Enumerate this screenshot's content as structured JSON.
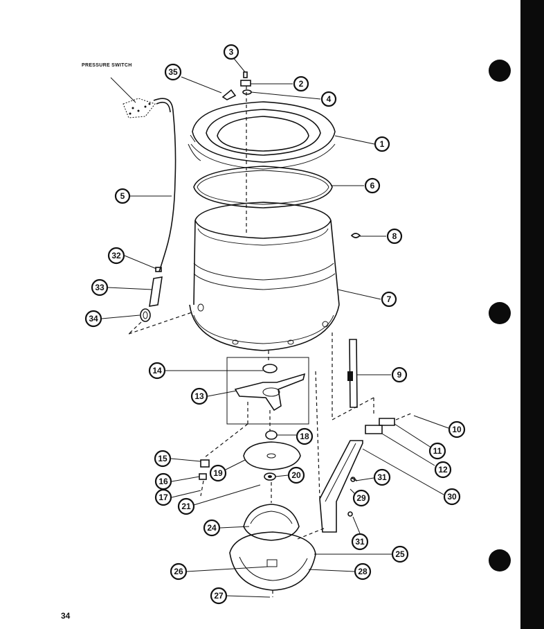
{
  "diagram": {
    "heading": "PRESSURE SWITCH",
    "page_number": "34",
    "callouts": [
      {
        "id": "c1",
        "label": "1"
      },
      {
        "id": "c2",
        "label": "2"
      },
      {
        "id": "c3",
        "label": "3"
      },
      {
        "id": "c4",
        "label": "4"
      },
      {
        "id": "c5",
        "label": "5"
      },
      {
        "id": "c6",
        "label": "6"
      },
      {
        "id": "c7",
        "label": "7"
      },
      {
        "id": "c8",
        "label": "8"
      },
      {
        "id": "c9",
        "label": "9"
      },
      {
        "id": "c10",
        "label": "10"
      },
      {
        "id": "c11",
        "label": "11"
      },
      {
        "id": "c12",
        "label": "12"
      },
      {
        "id": "c13",
        "label": "13"
      },
      {
        "id": "c14",
        "label": "14"
      },
      {
        "id": "c15",
        "label": "15"
      },
      {
        "id": "c16",
        "label": "16"
      },
      {
        "id": "c17",
        "label": "17"
      },
      {
        "id": "c18",
        "label": "18"
      },
      {
        "id": "c19",
        "label": "19"
      },
      {
        "id": "c20",
        "label": "20"
      },
      {
        "id": "c21",
        "label": "21"
      },
      {
        "id": "c24",
        "label": "24"
      },
      {
        "id": "c25",
        "label": "25"
      },
      {
        "id": "c26",
        "label": "26"
      },
      {
        "id": "c27",
        "label": "27"
      },
      {
        "id": "c28",
        "label": "28"
      },
      {
        "id": "c29",
        "label": "29"
      },
      {
        "id": "c30",
        "label": "30"
      },
      {
        "id": "c31a",
        "label": "31"
      },
      {
        "id": "c31b",
        "label": "31"
      },
      {
        "id": "c32",
        "label": "32"
      },
      {
        "id": "c33",
        "label": "33"
      },
      {
        "id": "c34",
        "label": "34"
      },
      {
        "id": "c35",
        "label": "35"
      }
    ]
  }
}
